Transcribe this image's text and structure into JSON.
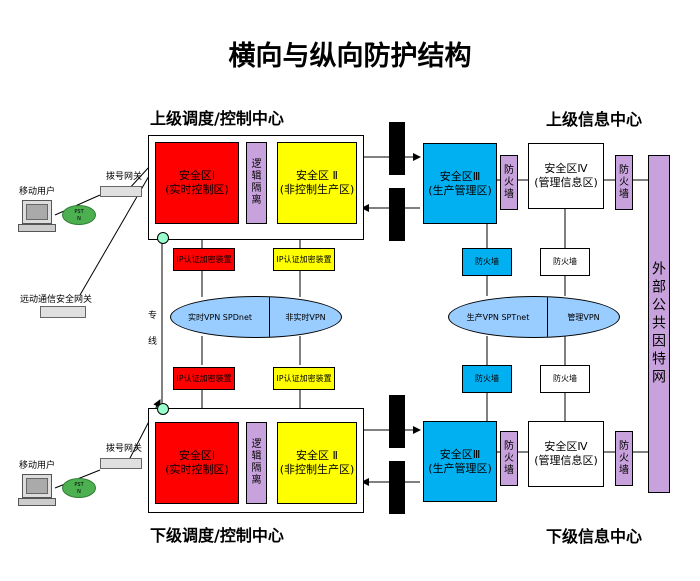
{
  "title": "横向与纵向防护结构",
  "headers": {
    "upper_dispatch": "上级调度/控制中心",
    "upper_info": "上级信息中心",
    "lower_dispatch": "下级调度/控制中心",
    "lower_info": "下级信息中心"
  },
  "upper": {
    "zone1": "安全区Ⅰ\n(实时控制区)",
    "isolation": "逻辑隔离",
    "zone2": "安全区 Ⅱ\n(非控制生产区)",
    "zone3": "安全区Ⅲ\n(生产管理区)",
    "firewall_a": "防火墙",
    "zone4": "安全区Ⅳ\n(管理信息区)",
    "firewall_b": "防火墙"
  },
  "lower": {
    "zone1": "安全区Ⅰ\n(实时控制区)",
    "isolation": "逻辑隔离",
    "zone2": "安全区 Ⅱ\n(非控制生产区)",
    "zone3": "安全区Ⅲ\n(生产管理区)",
    "firewall_a": "防火墙",
    "zone4": "安全区Ⅳ\n(管理信息区)",
    "firewall_b": "防火墙"
  },
  "middle": {
    "ip_encrypt": "IP认证加密装置",
    "vpn_realtime": "实时VPN SPDnet",
    "vpn_nonrealtime": "非实时VPN",
    "vpn_prod": "生产VPN SPTnet",
    "vpn_mgmt": "管理VPN",
    "firewall": "防火墙",
    "dedicated_line": "专\n线"
  },
  "external_net": "外部公共因特网",
  "left": {
    "mobile_user": "移动用户",
    "dial_gateway": "拨号网关",
    "pstn": "PST\nN",
    "remote_gateway": "远动通信安全网关"
  },
  "colors": {
    "red": "#ff0000",
    "yellow": "#ffff00",
    "cyan": "#00b0f0",
    "purple": "#c8a2dc",
    "ellipse": "#99ccff",
    "green_node": "#99ffcc"
  }
}
